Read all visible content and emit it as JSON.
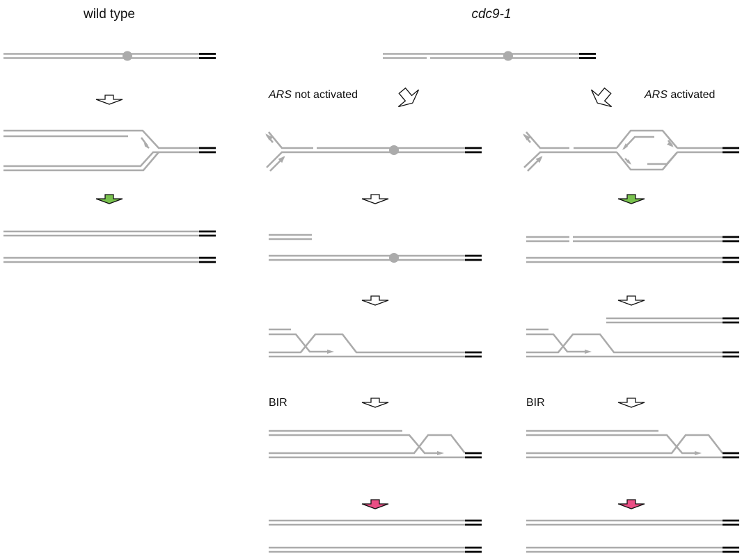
{
  "headers": {
    "wild_type": "wild type",
    "mutant": "cdc9-1"
  },
  "labels": {
    "not_activated_gene": "ARS",
    "not_activated_rest": " not activated",
    "activated_gene": "ARS",
    "activated_rest": " activated",
    "bir_left": "BIR",
    "bir_right": "BIR"
  },
  "colors": {
    "strand": "#ababab",
    "telomere": "#000000",
    "origin": "#ababab",
    "arrow_open": "#ffffff",
    "arrow_ligation": "#79c24e",
    "arrow_final": "#ea4f85",
    "arrow_outline": "#111111"
  }
}
